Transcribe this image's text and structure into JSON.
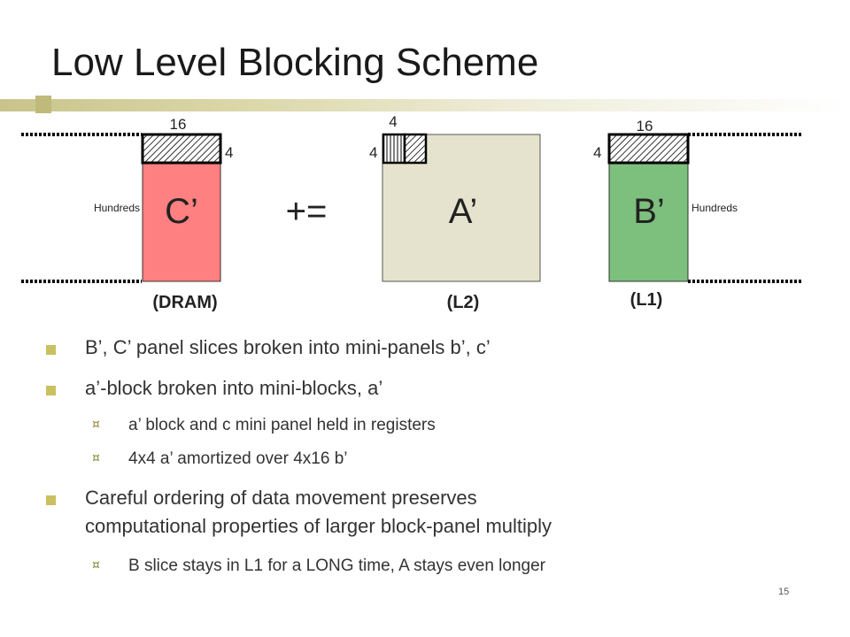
{
  "title": "Low Level Blocking Scheme",
  "diagram": {
    "c_label": "C’",
    "a_label": "A’",
    "b_label": "B’",
    "op_label": "+=",
    "c_width_label": "16",
    "c_height_label": "4",
    "a_width_label": "4",
    "a_height_label": "4",
    "b_width_label": "16",
    "b_height_label": "4",
    "left_side_label": "Hundreds",
    "right_side_label": "Hundreds",
    "c_mem_label": "(DRAM)",
    "a_mem_label": "(L2)",
    "b_mem_label": "(L1)",
    "colors": {
      "c": "#ff8080",
      "a": "#e5e3cd",
      "b": "#7dbf7d"
    }
  },
  "bullets": [
    {
      "text": "B’, C’ panel slices broken into mini-panels b’, c’",
      "level": 1
    },
    {
      "text": "a’-block broken into mini-blocks, a’",
      "level": 1
    },
    {
      "text": "a’ block and c mini panel held in registers",
      "level": 2
    },
    {
      "text": "4x4 a’ amortized over 4x16 b’",
      "level": 2
    },
    {
      "text": "Careful ordering of data movement preserves",
      "level": 1
    },
    {
      "text": "computational properties of larger block-panel multiply",
      "level": 1
    },
    {
      "text": "B slice stays in L1 for a LONG time, A stays even longer",
      "level": 2
    }
  ],
  "page_number": "15"
}
